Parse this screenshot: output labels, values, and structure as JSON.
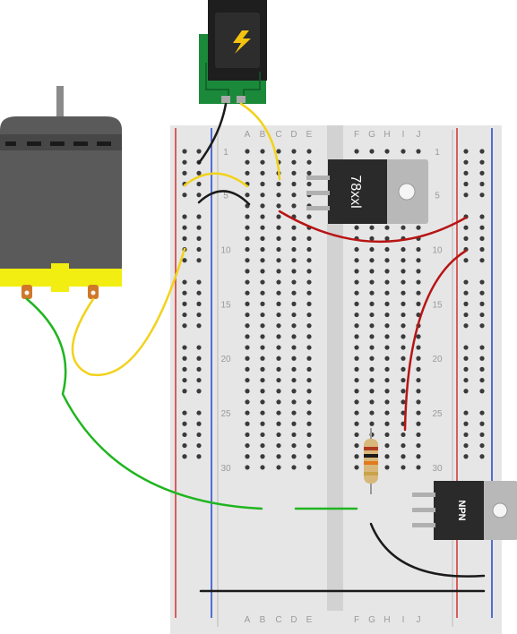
{
  "breadboard": {
    "column_labels_left": [
      "A",
      "B",
      "C",
      "D",
      "E"
    ],
    "column_labels_right": [
      "F",
      "G",
      "H",
      "I",
      "J"
    ],
    "row_numbers": [
      "1",
      "5",
      "10",
      "15",
      "20",
      "25",
      "30"
    ]
  },
  "regulator": {
    "label": "78xxl"
  },
  "transistor": {
    "label": "NPN"
  },
  "power_jack": {
    "symbol": "lightning-bolt-icon"
  },
  "colors": {
    "wire_yellow": "#f2d21a",
    "wire_red": "#b81414",
    "wire_green": "#1fb51f",
    "wire_black": "#1a1a1a",
    "motor_body": "#5a5a5a",
    "motor_mount": "#f2ee12",
    "board": "#e6e6e6",
    "rail_red": "#d23030",
    "rail_blue": "#2244cc",
    "pcb_green": "#1a8a3a"
  }
}
